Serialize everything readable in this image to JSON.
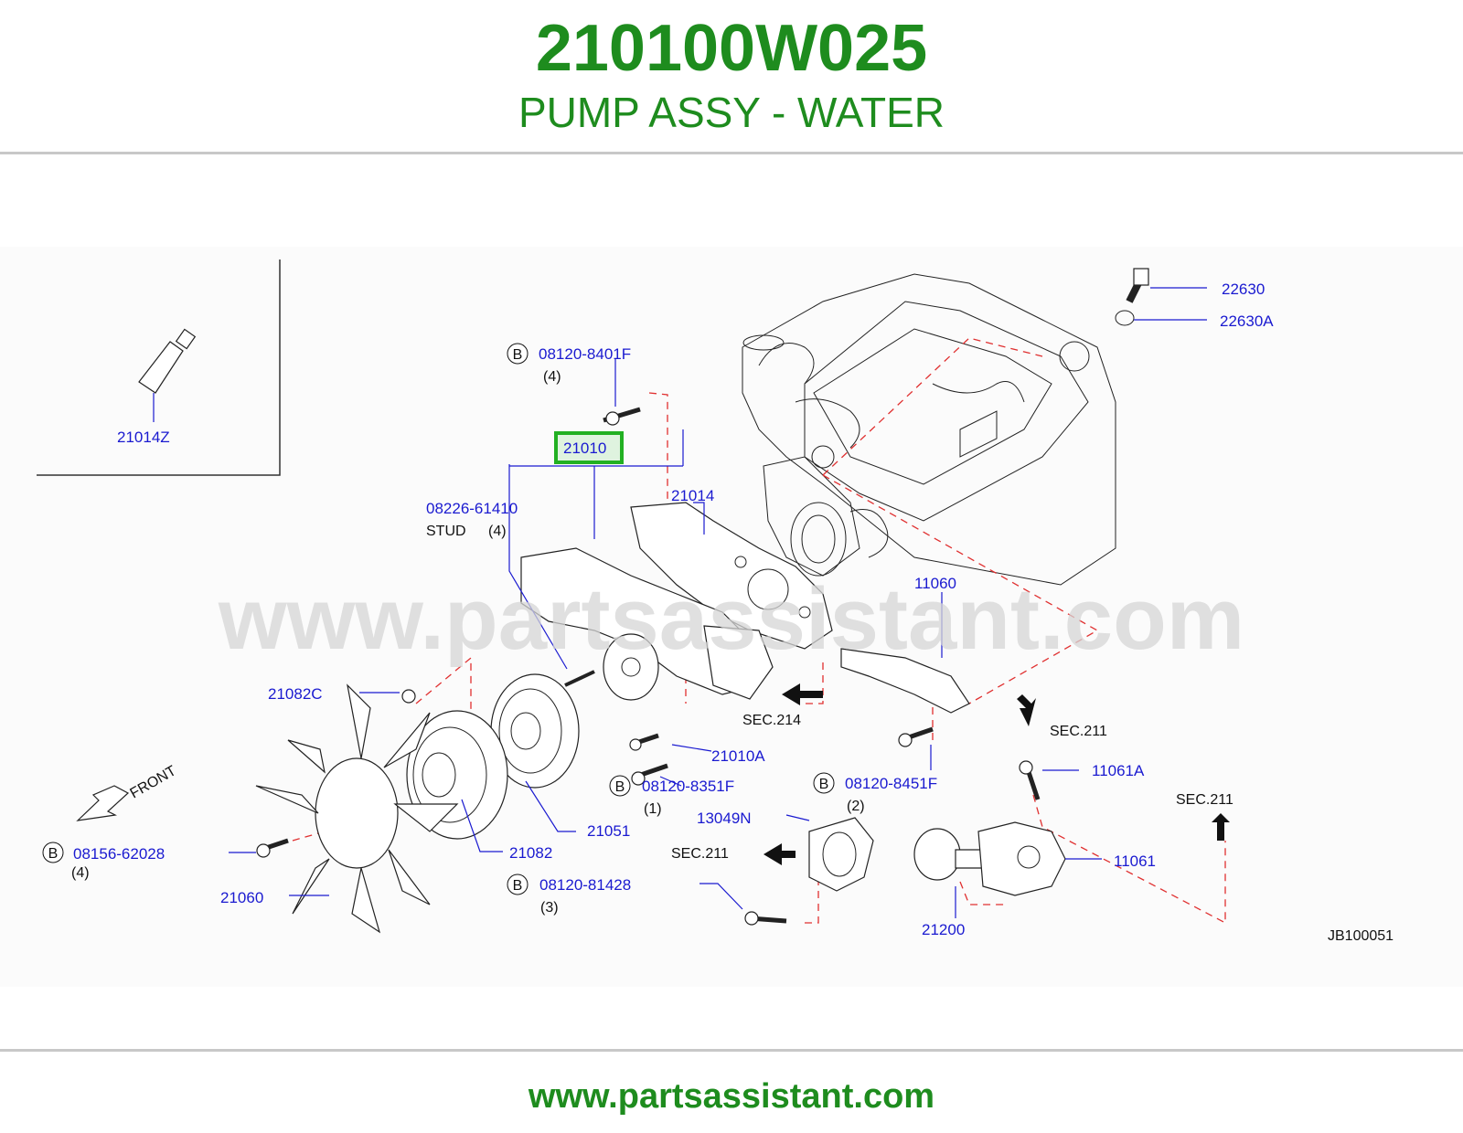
{
  "header": {
    "part_number": "210100W025",
    "part_name": "PUMP ASSY - WATER"
  },
  "footer": {
    "url": "www.partsassistant.com"
  },
  "watermark": "www.partsassistant.com",
  "colors": {
    "brand_green": "#1e8c1e",
    "label_blue": "#1a1ad0",
    "leader_red": "#e03030",
    "highlight_green": "#22b022"
  },
  "diagram": {
    "code": "JB100051",
    "highlighted_part": "21010",
    "labels": {
      "p21014Z": "21014Z",
      "p08120_8401F": "08120-8401F",
      "q4a": "(4)",
      "p21010": "21010",
      "p21014": "21014",
      "p08226_61410": "08226-61410",
      "stud": "STUD",
      "q4b": "(4)",
      "p22630": "22630",
      "p22630A": "22630A",
      "p11060": "11060",
      "p21082C": "21082C",
      "sec214": "SEC.214",
      "sec211a": "SEC.211",
      "p21010A": "21010A",
      "p08120_8351F": "08120-8351F",
      "q1": "(1)",
      "p08120_8451F": "08120-8451F",
      "q2": "(2)",
      "p11061A": "11061A",
      "sec211b": "SEC.211",
      "p13049N": "13049N",
      "p21051": "21051",
      "p21082": "21082",
      "sec211c": "SEC.211",
      "p11061": "11061",
      "p08156_62028": "08156-62028",
      "q4c": "(4)",
      "p08120_81428": "08120-81428",
      "q3": "(3)",
      "p21060": "21060",
      "p21200": "21200",
      "front": "FRONT",
      "b": "B"
    }
  }
}
